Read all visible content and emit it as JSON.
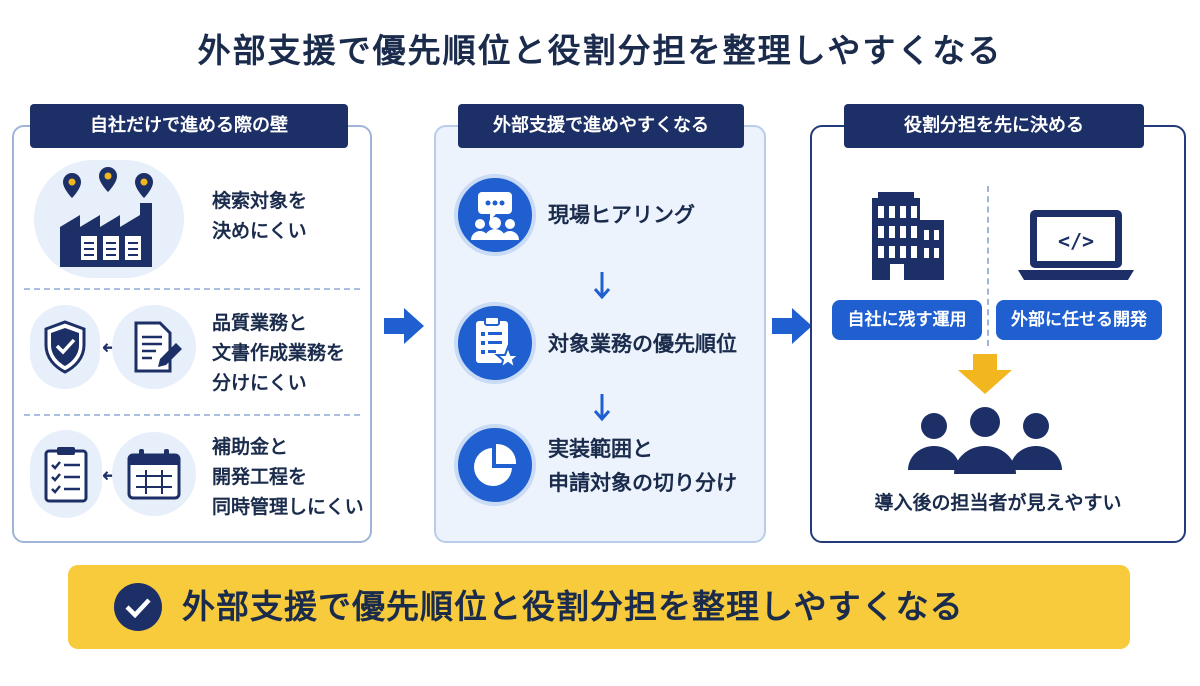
{
  "title": "外部支援で優先順位と役割分担を整理しやすくなる",
  "panels": {
    "barriers": {
      "heading": "自社だけで進める際の壁",
      "items": [
        {
          "lines": [
            "検索対象を",
            "決めにくい"
          ],
          "icon": "factory-with-map-pins-icon"
        },
        {
          "lines": [
            "品質業務と",
            "文書作成業務を",
            "分けにくい"
          ],
          "icons": [
            "shield-check-icon",
            "document-pencil-icon"
          ],
          "connector": "↔"
        },
        {
          "lines": [
            "補助金と",
            "開発工程を",
            "同時管理しにくい"
          ],
          "icons": [
            "clipboard-checklist-icon",
            "calendar-icon"
          ],
          "connector": "↔"
        }
      ]
    },
    "support": {
      "heading": "外部支援で進めやすくなる",
      "steps": [
        {
          "lines": [
            "現場ヒアリング"
          ],
          "icon": "people-chat-icon"
        },
        {
          "lines": [
            "対象業務の優先順位"
          ],
          "icon": "clipboard-star-icon"
        },
        {
          "lines": [
            "実装範囲と",
            "申請対象の切り分け"
          ],
          "icon": "pie-chart-icon"
        }
      ]
    },
    "roles": {
      "heading": "役割分担を先に決める",
      "in_house_label": "自社に残す運用",
      "outsource_label": "外部に任せる開発",
      "caption": "導入後の担当者が見えやすい",
      "icons": [
        "office-building-icon",
        "laptop-code-icon",
        "team-icon"
      ]
    }
  },
  "banner": {
    "text": "外部支援で優先順位と役割分担を整理しやすくなる",
    "icon": "check-circle-icon"
  },
  "colors": {
    "navy": "#1c2f66",
    "blue": "#1f5fcf",
    "light_blue": "#e7effa",
    "yellow": "#f7cb3b",
    "arrow_yellow": "#f2b71f"
  }
}
